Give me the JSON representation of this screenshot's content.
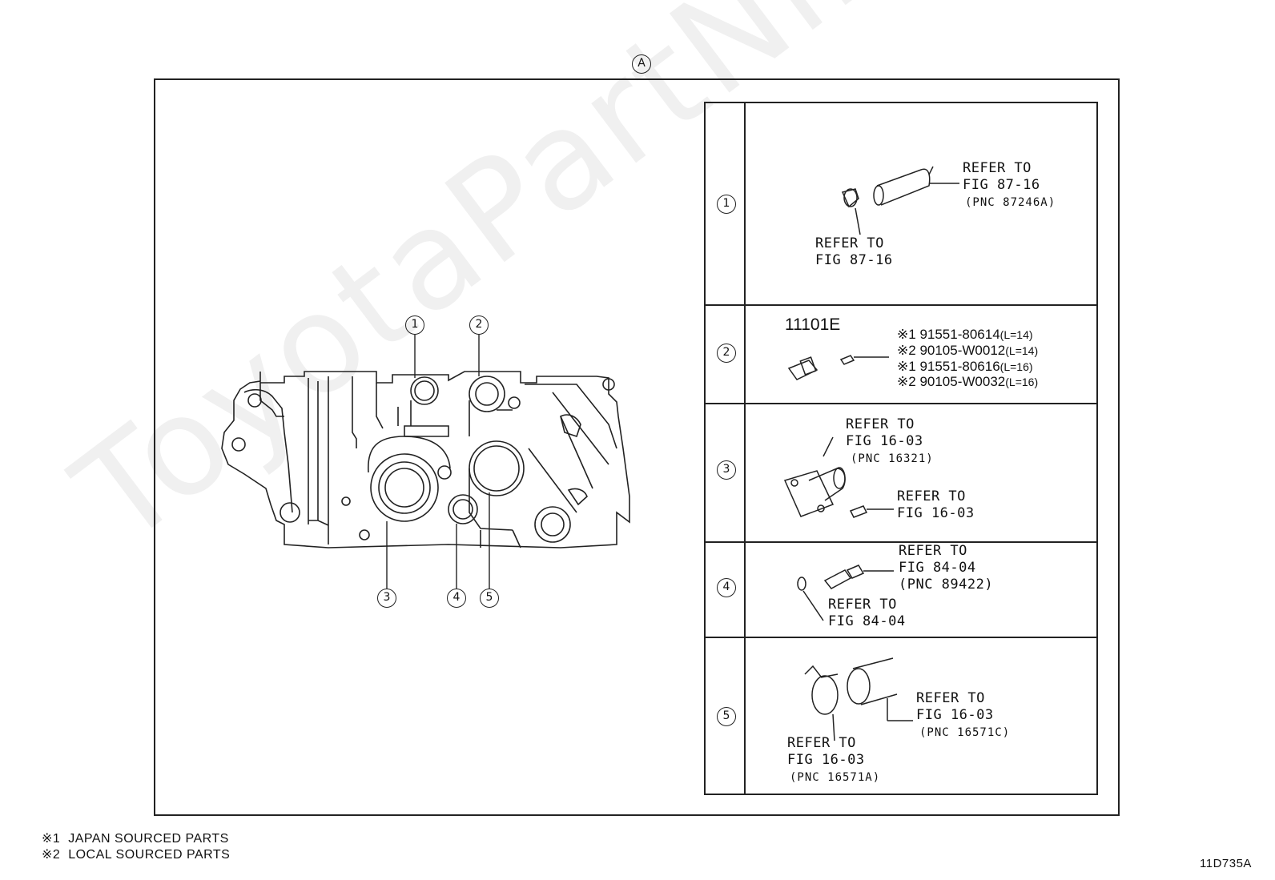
{
  "view_marker": "A",
  "watermark": "ToyotaPartNline.ru",
  "figure_code": "11D735A",
  "callouts": [
    "1",
    "2",
    "3",
    "4",
    "5"
  ],
  "rows": [
    {
      "num": "1",
      "labels": [
        {
          "l1": "REFER TO",
          "l2": "FIG 87-16",
          "l3": "(PNC 87246A)"
        },
        {
          "l1": "REFER TO",
          "l2": "FIG 87-16"
        }
      ]
    },
    {
      "num": "2",
      "part": "11101E",
      "parts": [
        {
          "mark": "※1",
          "pn": "91551-80614",
          "len": "(L=14)"
        },
        {
          "mark": "※2",
          "pn": "90105-W0012",
          "len": "(L=14)"
        },
        {
          "mark": "※1",
          "pn": "91551-80616",
          "len": "(L=16)"
        },
        {
          "mark": "※2",
          "pn": "90105-W0032",
          "len": "(L=16)"
        }
      ]
    },
    {
      "num": "3",
      "labels": [
        {
          "l1": "REFER TO",
          "l2": "FIG 16-03",
          "l3": "(PNC 16321)"
        },
        {
          "l1": "REFER TO",
          "l2": "FIG 16-03"
        }
      ]
    },
    {
      "num": "4",
      "labels": [
        {
          "l1": "REFER TO",
          "l2": "FIG 84-04",
          "l3": "(PNC 89422)"
        },
        {
          "l1": "REFER TO",
          "l2": "FIG 84-04"
        }
      ]
    },
    {
      "num": "5",
      "labels": [
        {
          "l1": "REFER TO",
          "l2": "FIG 16-03",
          "l3": "(PNC 16571C)"
        },
        {
          "l1": "REFER TO",
          "l2": "FIG 16-03",
          "l3": "(PNC 16571A)"
        }
      ]
    }
  ],
  "notes": [
    {
      "mark": "※1",
      "text": "JAPAN SOURCED PARTS"
    },
    {
      "mark": "※2",
      "text": "LOCAL SOURCED PARTS"
    }
  ]
}
